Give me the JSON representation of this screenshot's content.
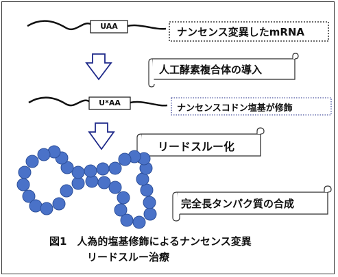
{
  "labels": {
    "mrna": "ナンセンス変異したmRNA",
    "complex": "人工酵素複合体の導入",
    "modified": "ナンセンスコドン塩基が修飾",
    "readthrough": "リードスルー化",
    "synthesis": "完全長タンパク質の合成"
  },
  "codons": {
    "stop": "UAA",
    "modified": "U*AA"
  },
  "caption": {
    "line1": "図1　人為的塩基修飾によるナンセンス変異",
    "line2": "リードスルー治療"
  },
  "colors": {
    "arrow": "#1f2a8a",
    "bead_fill": "#4a72c8",
    "bead_stroke": "#2c4f9a",
    "line": "#111111"
  }
}
